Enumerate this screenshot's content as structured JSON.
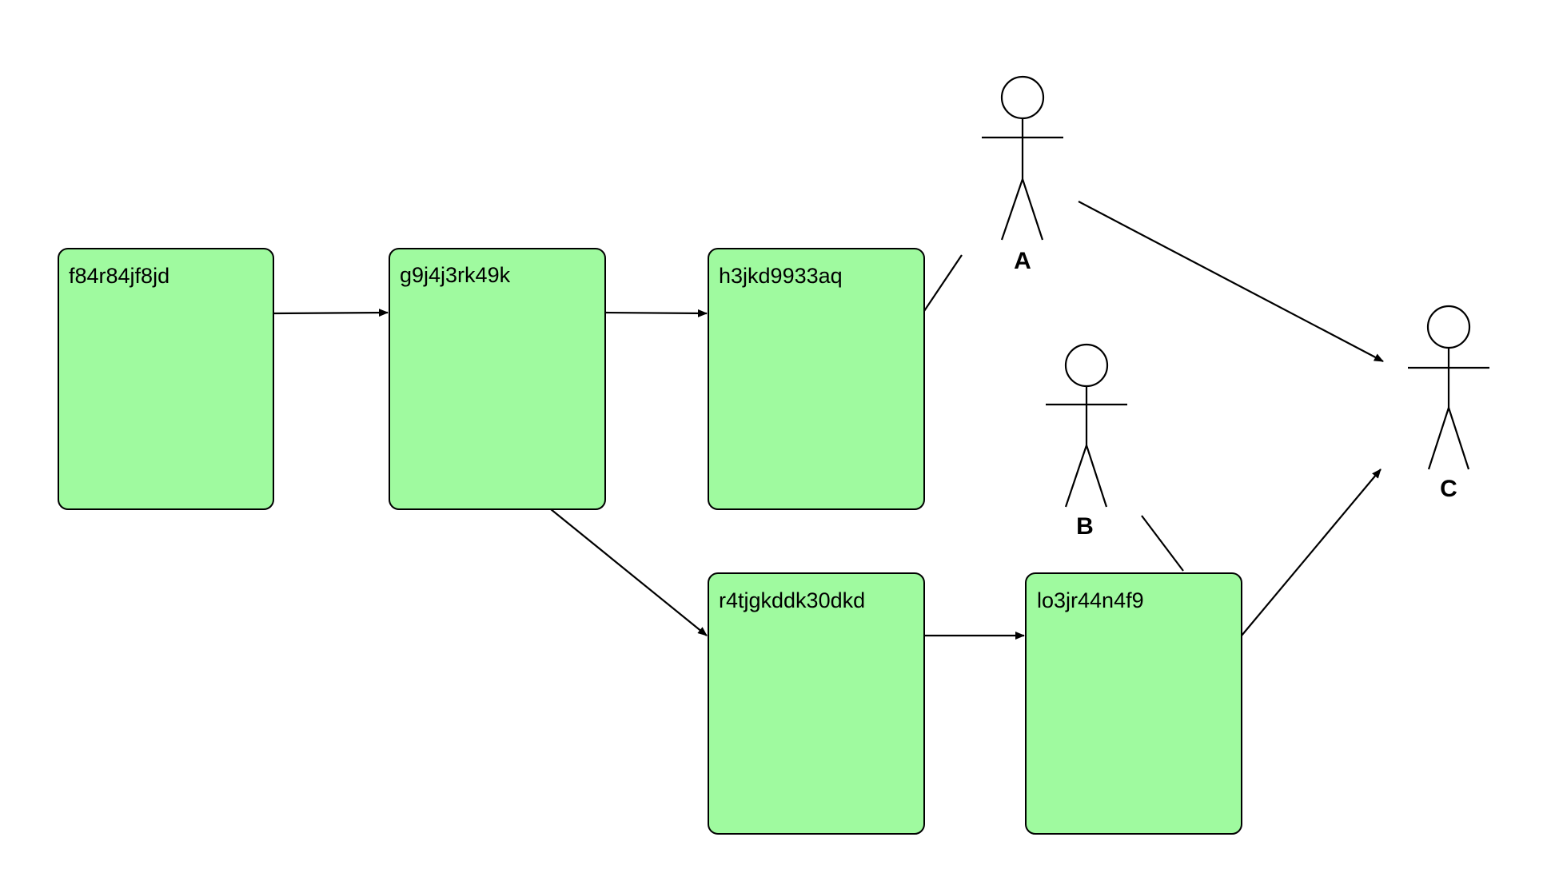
{
  "diagram": {
    "colors": {
      "node_fill": "#9ffa9f",
      "stroke": "#000000",
      "background": "#ffffff"
    },
    "nodes": [
      {
        "id": "n1",
        "label": "f84r84jf8jd"
      },
      {
        "id": "n2",
        "label": "g9j4j3rk49k"
      },
      {
        "id": "n3",
        "label": "h3jkd9933aq"
      },
      {
        "id": "n4",
        "label": "r4tjgkddk30dkd"
      },
      {
        "id": "n5",
        "label": "lo3jr44n4f9"
      }
    ],
    "actors": [
      {
        "id": "A",
        "label": "A"
      },
      {
        "id": "B",
        "label": "B"
      },
      {
        "id": "C",
        "label": "C"
      }
    ],
    "edges": [
      {
        "from": "n1",
        "to": "n2",
        "arrow": true
      },
      {
        "from": "n2",
        "to": "n3",
        "arrow": true
      },
      {
        "from": "n2",
        "to": "n4",
        "arrow": true
      },
      {
        "from": "n4",
        "to": "n5",
        "arrow": true
      },
      {
        "from": "A",
        "to": "C",
        "arrow": true
      },
      {
        "from": "n5",
        "to": "C",
        "arrow": true
      },
      {
        "from": "n3",
        "to": "A",
        "arrow": false
      },
      {
        "from": "n5",
        "to": "B",
        "arrow": false
      }
    ]
  }
}
